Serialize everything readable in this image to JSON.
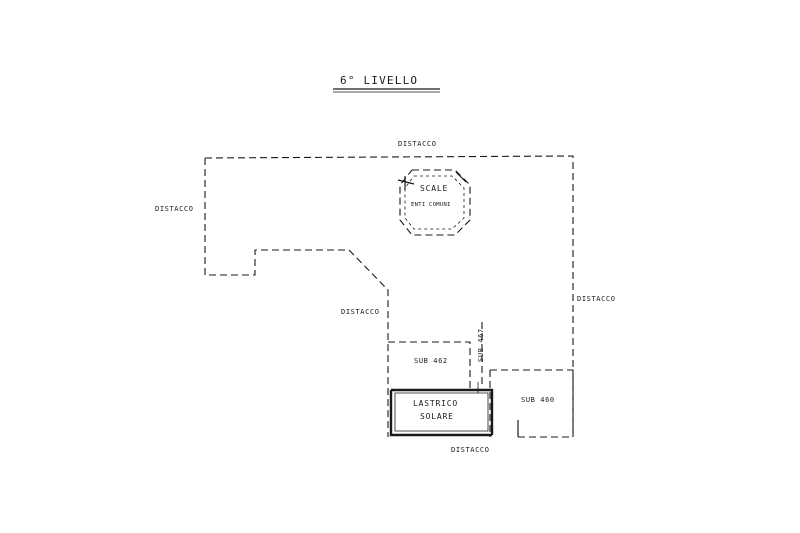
{
  "title": "6° LIVELLO",
  "labels": {
    "distacco_top": "DISTACCO",
    "distacco_left": "DISTACCO",
    "distacco_right": "DISTACCO",
    "distacco_mid": "DISTACCO",
    "distacco_bottom": "DISTACCO",
    "scale": "SCALE",
    "enti_comuni": "ENTI COMUNI",
    "sub_462": "SUB 462",
    "sub_467": "SUB 467",
    "sub_460": "SUB 460",
    "lastrico": "LASTRICO",
    "solare": "SOLARE"
  }
}
